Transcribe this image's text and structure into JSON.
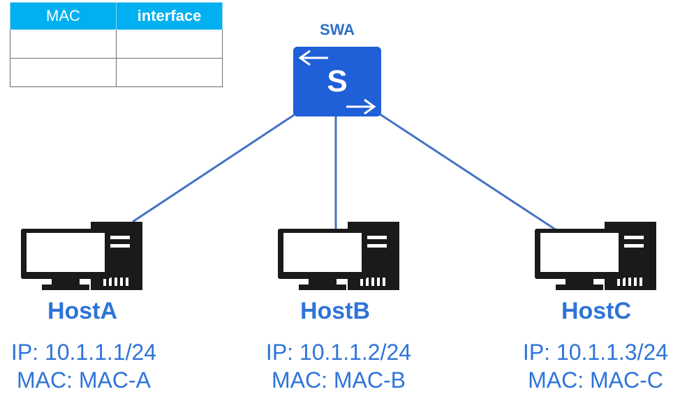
{
  "mac_table": {
    "headers": [
      "MAC",
      "interface"
    ],
    "rows": [
      [
        "",
        ""
      ],
      [
        "",
        ""
      ]
    ]
  },
  "switch": {
    "name": "SWA",
    "letter": "S",
    "color": "#1f5fd8"
  },
  "hosts": [
    {
      "name": "HostA",
      "ip": "IP: 10.1.1.1/24",
      "mac": "MAC: MAC-A"
    },
    {
      "name": "HostB",
      "ip": "IP: 10.1.1.2/24",
      "mac": "MAC: MAC-B"
    },
    {
      "name": "HostC",
      "ip": "IP: 10.1.1.3/24",
      "mac": "MAC: MAC-C"
    }
  ],
  "colors": {
    "table_header": "#00b0f0",
    "link": "#4472c4",
    "label": "#2e74d8"
  }
}
